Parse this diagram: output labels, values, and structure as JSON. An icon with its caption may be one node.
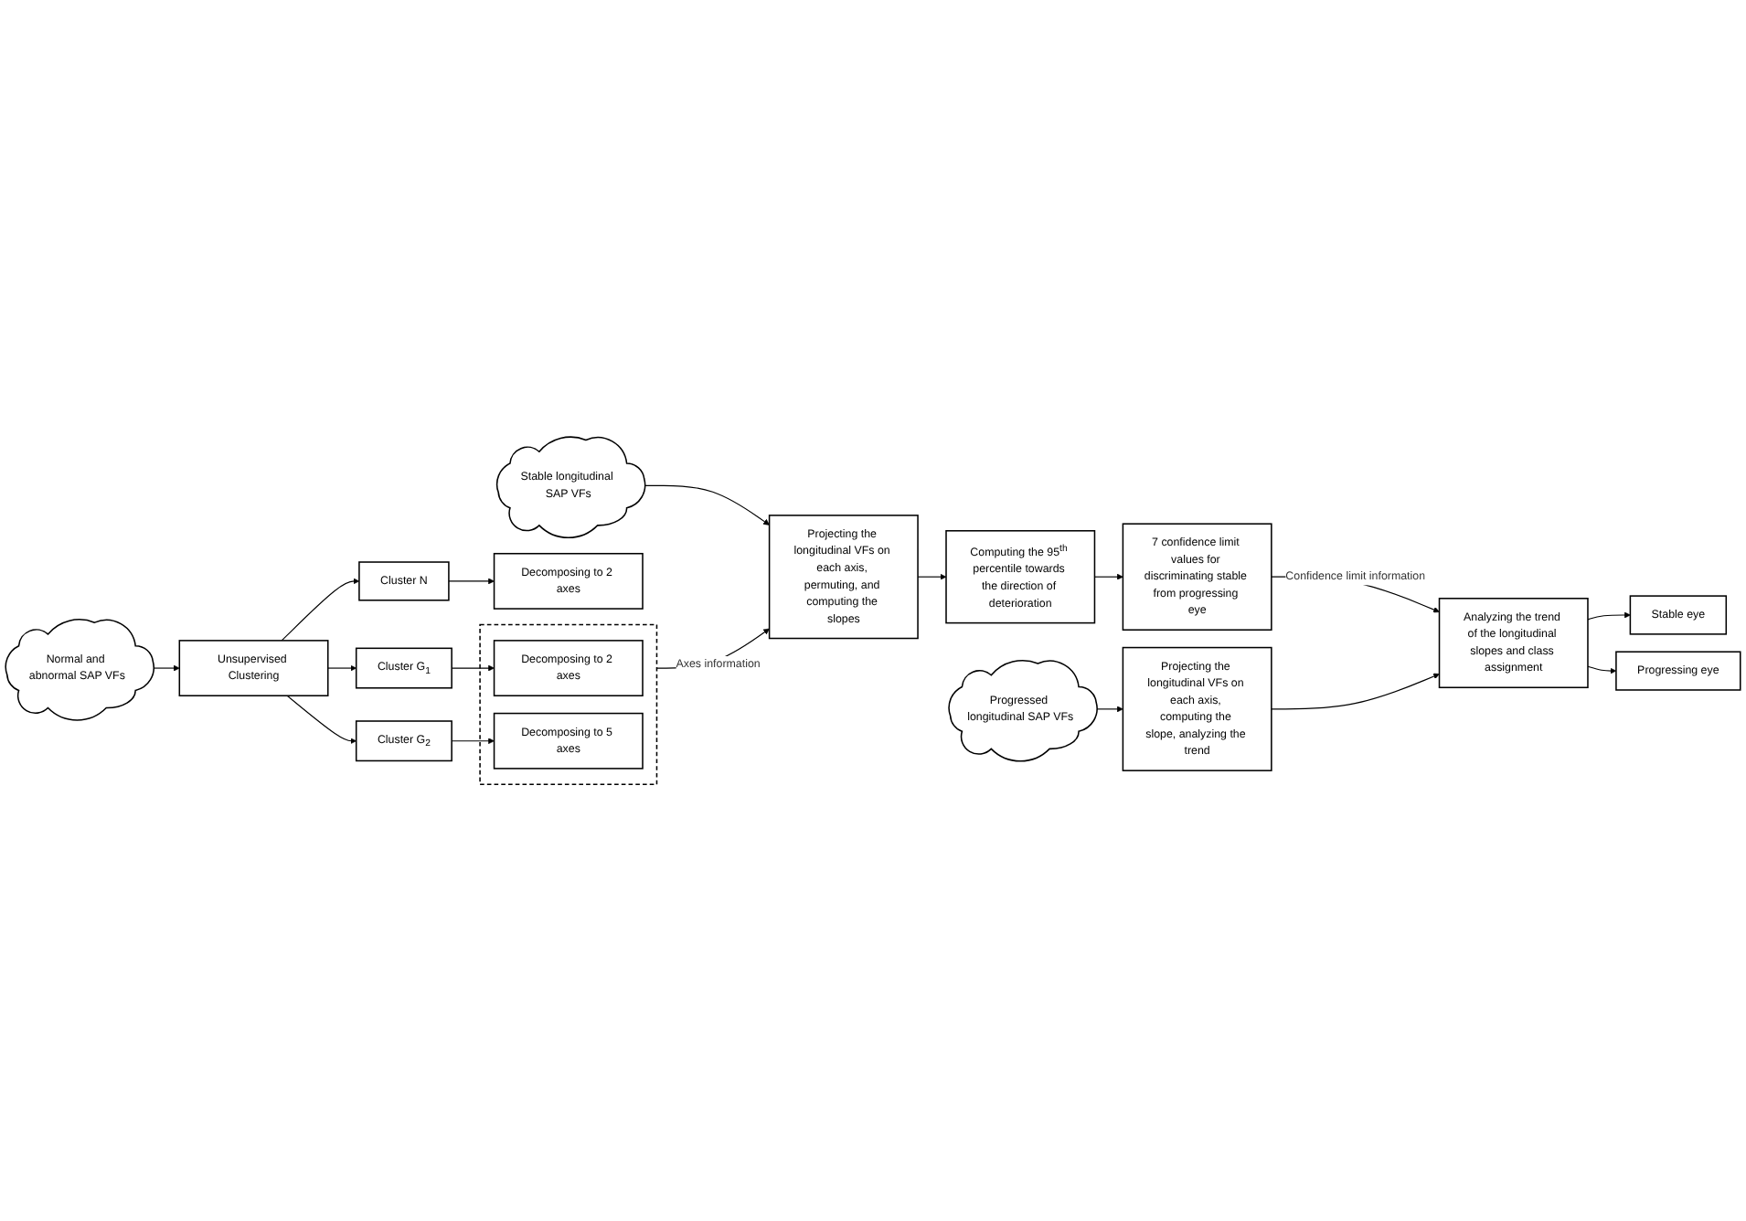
{
  "diagram": {
    "nodes": [
      {
        "text": [
          "Normal and abnormal SAP VFs"
        ]
      },
      {
        "text": [
          "Unsupervised Clustering"
        ]
      },
      {
        "text": [
          "Cluster N"
        ]
      },
      {
        "text": [
          "Cluster G$_{1}$"
        ]
      },
      {
        "text": [
          "Cluster G$_{2}$"
        ]
      },
      {
        "text": [
          "Decomposing to 2 axes"
        ]
      },
      {
        "text": [],
        "shape": "box"
      },
      {
        "text": [
          "Decomposing to 2 axes"
        ],
        "in": 6
      },
      {
        "text": [
          "Decomposing to 5 axes"
        ],
        "in": 6
      },
      {
        "text": [
          "Stable longitudinal SAP VFs"
        ]
      },
      {
        "text": [
          "Projecting the longitudinal VFs on each axis, permuting, and computing the slopes"
        ]
      },
      {
        "text": [
          "Computing the 95$^{th}$ percentile towards the direction of deterioration"
        ]
      },
      {
        "text": [
          "7 confidence limit values for discriminating stable from progressing eye"
        ]
      },
      {
        "text": [
          "Progressed longitudinal SAP VFs"
        ]
      },
      {
        "text": [
          "Projecting the longitudinal VFs on each axis, computing the slope, analyzing the trend"
        ]
      },
      {
        "text": [
          "Analyzing the trend of the longitudinal slopes and class assignment"
        ]
      },
      {
        "text": [
          "Stable eye"
        ]
      },
      {
        "text": [
          "Progressing eye"
        ]
      }
    ],
    "edges": [
      {
        "from": 0,
        "to": 1,
        "arrow": "to"
      },
      {
        "from": 1,
        "to": 2,
        "arrow": "to"
      },
      {
        "from": 1,
        "to": 3,
        "arrow": "to"
      },
      {
        "from": 1,
        "to": 4,
        "arrow": "to"
      },
      {
        "from": 2,
        "to": 5,
        "arrow": "to"
      },
      {
        "from": 3,
        "to": 7,
        "arrow": "to"
      },
      {
        "from": 4,
        "to": 8,
        "arrow": "to"
      },
      {
        "from": 6,
        "to": 10,
        "arrow": "to",
        "label": "Axes information"
      },
      {
        "from": 9,
        "to": 10,
        "arrow": "to"
      },
      {
        "from": 10,
        "to": 11,
        "arrow": "to"
      },
      {
        "from": 11,
        "to": 12,
        "arrow": "to"
      },
      {
        "from": 12,
        "to": 15,
        "arrow": "to",
        "label": "Confidence limit information"
      },
      {
        "from": 13,
        "to": 14,
        "arrow": "to"
      },
      {
        "from": 14,
        "to": 15,
        "arrow": "to"
      },
      {
        "from": 15,
        "to": 16,
        "arrow": "to"
      },
      {
        "from": 15,
        "to": 17,
        "arrow": "to"
      }
    ]
  }
}
